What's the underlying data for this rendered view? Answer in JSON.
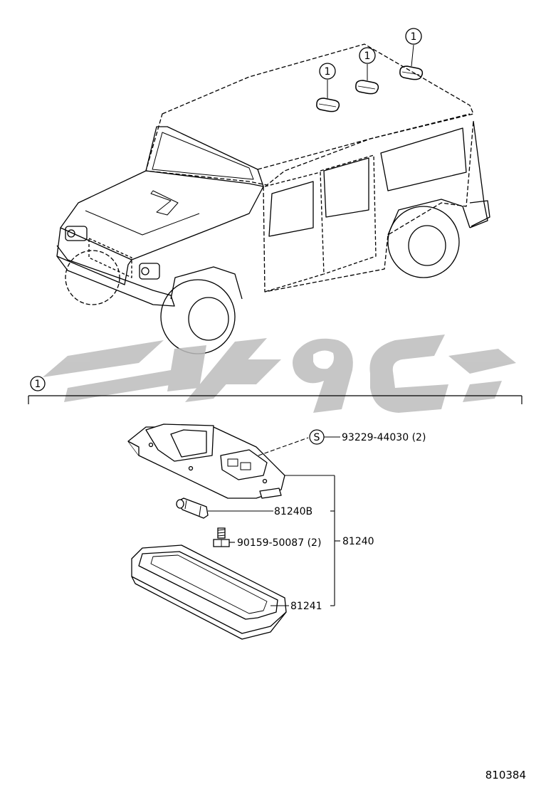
{
  "callouts": {
    "ref_mark": "1",
    "location_marks": [
      "1",
      "1",
      "1"
    ]
  },
  "parts": {
    "screw_symbol": "S",
    "screw_93229": "93229-44030 (2)",
    "bulb": "81240B",
    "screw_90159": "90159-50087 (2)",
    "lamp_assembly": "81240",
    "lens": "81241"
  },
  "figure_number": "810384",
  "watermark_color": "#bdbdbd"
}
